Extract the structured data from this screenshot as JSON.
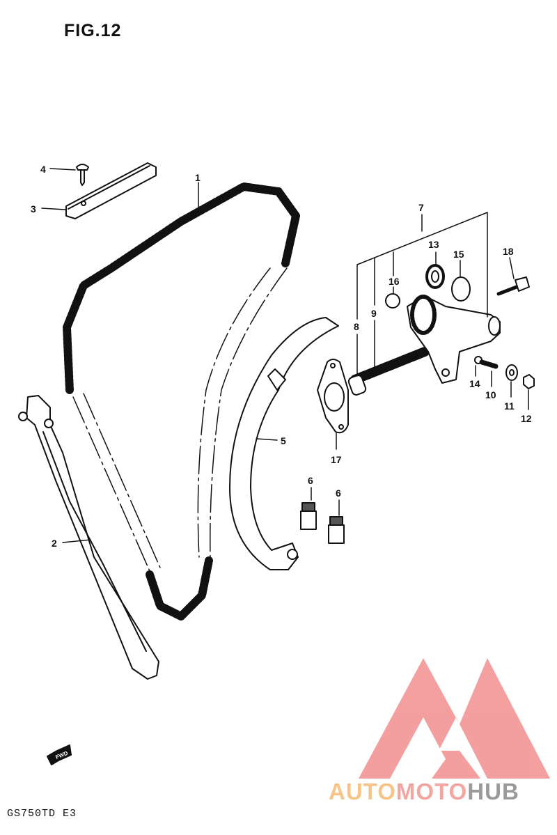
{
  "figure": {
    "title": "FIG.12",
    "model_code": "GS750TD E3",
    "fwd_label": "FWD"
  },
  "callouts": [
    {
      "id": "label-1",
      "text": "1"
    },
    {
      "id": "label-2",
      "text": "2"
    },
    {
      "id": "label-3",
      "text": "3"
    },
    {
      "id": "label-4",
      "text": "4"
    },
    {
      "id": "label-5",
      "text": "5"
    },
    {
      "id": "label-6a",
      "text": "6"
    },
    {
      "id": "label-6b",
      "text": "6"
    },
    {
      "id": "label-7",
      "text": "7"
    },
    {
      "id": "label-8",
      "text": "8"
    },
    {
      "id": "label-9",
      "text": "9"
    },
    {
      "id": "label-10",
      "text": "10"
    },
    {
      "id": "label-11",
      "text": "11"
    },
    {
      "id": "label-12",
      "text": "12"
    },
    {
      "id": "label-13",
      "text": "13"
    },
    {
      "id": "label-14",
      "text": "14"
    },
    {
      "id": "label-15",
      "text": "15"
    },
    {
      "id": "label-16",
      "text": "16"
    },
    {
      "id": "label-17",
      "text": "17"
    },
    {
      "id": "label-18",
      "text": "18"
    }
  ],
  "watermark": {
    "part1": "AUTO",
    "part2": "MOTO",
    "part3": "HUB"
  },
  "colors": {
    "ink": "#111111",
    "logo_red": "#f08080",
    "logo_orange": "#f7c48a",
    "logo_gray": "#9a9a9a"
  }
}
